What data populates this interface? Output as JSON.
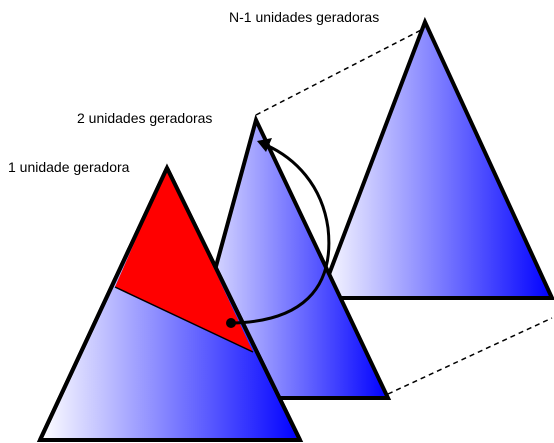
{
  "labels": {
    "back": "N-1 unidades geradoras",
    "middle": "2 unidades geradoras",
    "front": "1 unidade geradora"
  },
  "colors": {
    "gradient_light": "#ffffff",
    "gradient_dark": "#0000ff",
    "highlight": "#ff0000",
    "outline": "#000000"
  }
}
